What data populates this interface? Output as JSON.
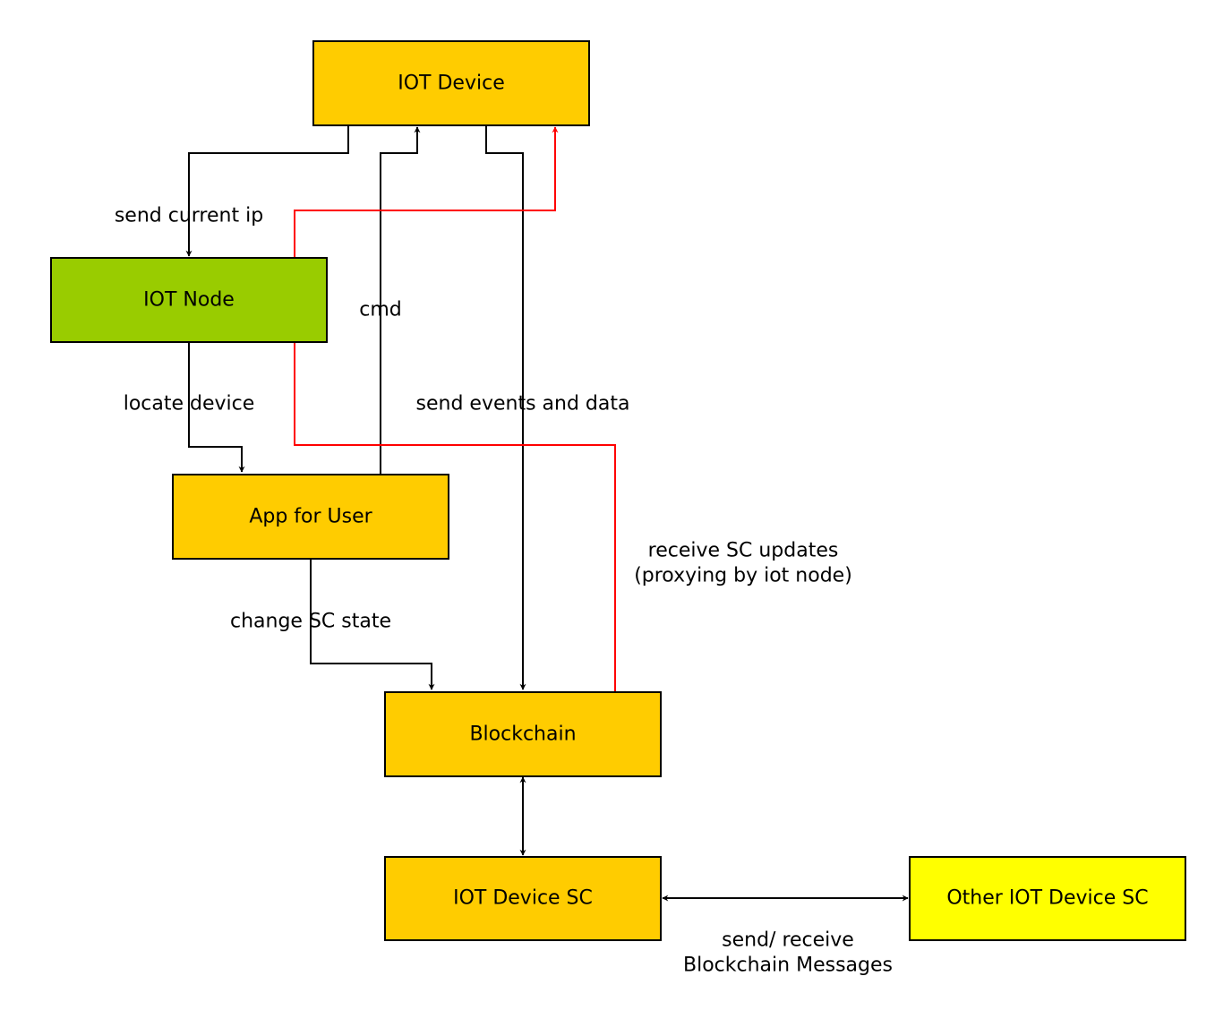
{
  "nodes": {
    "iot_device": {
      "label": "IOT Device",
      "fill": "#ffcc00"
    },
    "iot_node": {
      "label": "IOT Node",
      "fill": "#99cc00"
    },
    "app_for_user": {
      "label": "App for User",
      "fill": "#ffcc00"
    },
    "blockchain": {
      "label": "Blockchain",
      "fill": "#ffcc00"
    },
    "iot_device_sc": {
      "label": "IOT Device SC",
      "fill": "#ffcc00"
    },
    "other_iot_device_sc": {
      "label": "Other IOT Device SC",
      "fill": "#ffff00"
    }
  },
  "edges": {
    "send_current_ip": {
      "label": "send current ip",
      "color": "#000000"
    },
    "locate_device": {
      "label": "locate device",
      "color": "#000000"
    },
    "cmd": {
      "label": "cmd",
      "color": "#000000"
    },
    "send_events": {
      "label": "send events and data",
      "color": "#000000"
    },
    "change_sc_state": {
      "label": "change SC state",
      "color": "#000000"
    },
    "receive_sc_updates": {
      "line1": "receive SC updates",
      "line2": "(proxying by iot node)",
      "color": "#ff0000"
    },
    "blockchain_sc": {
      "color": "#000000"
    },
    "sc_messages": {
      "line1": "send/ receive",
      "line2": "Blockchain Messages",
      "color": "#000000"
    }
  }
}
